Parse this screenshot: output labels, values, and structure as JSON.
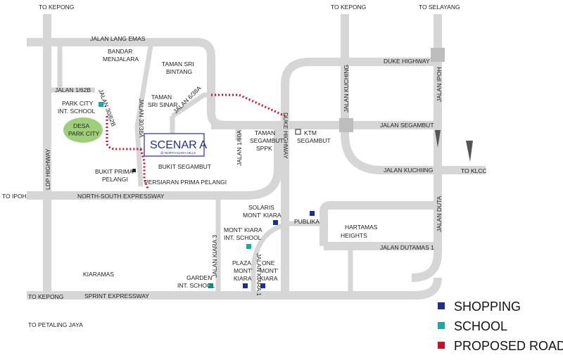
{
  "destinations": {
    "kepong_left": "TO KEPONG",
    "kepong_right": "TO KEPONG",
    "selayang": "TO SELAYANG",
    "ipoh": "TO IPOH",
    "klcc": "TO KLCC",
    "kepong_bottom": "TO KEPONG",
    "petaling_jaya": "TO PETALING JAYA"
  },
  "roads": {
    "lang_emas": "JALAN LANG EMAS",
    "jalan_1_62b": "JALAN 1/62B",
    "jalan_30_62b": "JALAN 30/62B",
    "jalan_30_38a": "JALAN 30/38A",
    "jalan_6_38a": "JALAN 6/38A",
    "jalan_1_60a": "JALAN 1/60A",
    "duke_highway_v": "DUKE HIGHWAY",
    "duke_highway_h": "DUKE HIGHWAY",
    "jalan_kuching_v": "JALAN KUCHING",
    "jalan_kuching_h": "JALAN KUCHIING",
    "jalan_segambut": "JALAN SEGAMBUT",
    "jalan_ipoh": "JALAN IPOH",
    "ldp": "LDP HIGHWAY",
    "north_south": "NORTH-SOUTH EXPRESSWAY",
    "persiaran": "PERSIARAN PRIMA PELANGI",
    "jalan_kiara_3": "JALAN KIARA 3",
    "jalan_kiara_1": "JALAN KIARA 1",
    "jalan_duta": "JALAN DUTA",
    "dutamas": "JALAN DUTAMAS 1",
    "sprint": "SPRINT EXPRESSWAY"
  },
  "places": {
    "bandar_menjalara_1": "BANDAR",
    "bandar_menjalara_2": "MENJALARA",
    "taman_sri_bintang_1": "TAMAN SRI",
    "taman_sri_bintang_2": "BINTANG",
    "taman_sri_sinar_1": "TAMAN",
    "taman_sri_sinar_2": "SRI SINAR",
    "park_city_school_1": "PARK CITY",
    "park_city_school_2": "INT. SCHOOL",
    "desa_park_city_1": "DESA",
    "desa_park_city_2": "PARK CITY",
    "taman_segambut_1": "TAMAN",
    "taman_segambut_2": "SEGAMBUT",
    "taman_segambut_3": "SPPK",
    "ktm_1": "KTM",
    "ktm_2": "SEGAMBUT",
    "bukit_segambut": "BUKIT SEGAMBUT",
    "bukit_prima_1": "BUKIT PRIMA",
    "bukit_prima_2": "PELANGI",
    "solaris_1": "SOLARIS",
    "solaris_2": "MONT' KIARA",
    "publika": "PUBLIKA",
    "hartamas_1": "HARTAMAS",
    "hartamas_2": "HEIGHTS",
    "mont_kiara_school_1": "MONT' KIARA",
    "mont_kiara_school_2": "INT. SCHOOL",
    "kiaramas": "KIARAMAS",
    "plaza_1": "PLAZA",
    "plaza_2": "MONT'",
    "plaza_3": "KIARA",
    "one_mont_1": "ONE",
    "one_mont_2": "MONT'",
    "one_mont_3": "KIARA",
    "garden_1": "GARDEN",
    "garden_2": "INT. SCHOOL"
  },
  "project": {
    "name": "SCENAR A",
    "tagline": "@ NORTH KIARA HILLS"
  },
  "legend": {
    "shopping": "SHOPPING",
    "school": "SCHOOL",
    "proposed_road": "PROPOSED ROAD"
  },
  "colors": {
    "road": "#d6d6d6",
    "shopping": "#1f2f8f",
    "school": "#1fa89a",
    "proposed_road": "#c8102e",
    "desa_park_city": "#9fcf7a",
    "project_border": "#1f2f8f"
  }
}
